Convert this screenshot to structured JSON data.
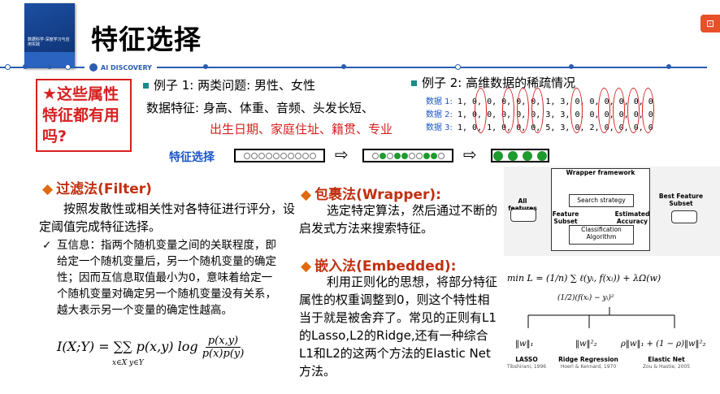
{
  "header": {
    "title": "特征选择",
    "brand": "AI DISCOVERY",
    "book_title": "数据科学·深度学习与应用实践"
  },
  "question": {
    "star": "★",
    "text": "这些属性特征都有用吗?"
  },
  "example1": {
    "title": "例子 1: 两类问题: 男性、女性",
    "features_label": "数据特征: 身高、体重、音频、头发长短、",
    "features_red": "出生日期、家庭住址、籍贯、专业"
  },
  "example2": {
    "title": "例子 2: 高维数据的稀疏情况",
    "rows": [
      {
        "label": "数据 1:",
        "values": "1, 0, 0, 0, 0, 0, 1, 3, 0, 0, 0, 0, 0, 0"
      },
      {
        "label": "数据 2:",
        "values": "1, 0, 0, 0, 0, 0, 3, 3, 0, 0, 0, 0, 0, 0"
      },
      {
        "label": "数据 3:",
        "values": "1, 0, 1, 0, 0, 0, 5, 3, 0, 2, 0, 0, 0, 0"
      }
    ]
  },
  "feature_select": {
    "label": "特征选择"
  },
  "filter": {
    "title": "过滤法(Filter)",
    "desc": "按照发散性或相关性对各特征进行评分，设定阈值完成特征选择。",
    "mi_check": "✓",
    "mi": "互信息：指两个随机变量之间的关联程度，即给定一个随机变量后，另一个随机变量的确定性；因而互信息取值最小为0，意味着给定一个随机变量对确定另一个随机变量没有关系，越大表示另一个变量的确定性越高。",
    "formula_lhs": "I(X;Y) = ∑∑ p(x,y) log",
    "formula_sub": "x∈X y∈Y",
    "formula_num": "p(x,y)",
    "formula_den": "p(x)p(y)"
  },
  "wrapper": {
    "title": "包裹法(Wrapper):",
    "desc": "选定特定算法，然后通过不断的启发式方法来搜索特征。",
    "diagram": {
      "framework": "Wrapper framework",
      "all_features": "All features",
      "search": "Search strategy",
      "feature_subset": "Feature Subset",
      "estimated": "Estimated Accuracy",
      "classification": "Classification Algorithm",
      "best": "Best Feature Subset"
    }
  },
  "embedded": {
    "title": "嵌入法(Embedded):",
    "desc": "利用正则化的思想，将部分特征属性的权重调整到0，则这个特性相当于就是被舍弃了。常见的正则有L1的Lasso,L2的Ridge,还有一种综合L1和L2的这两个方法的Elastic Net方法。",
    "formula": "min L = (1/n) ∑ ℓ(yᵢ, f(xᵢ)) + λΩ(w)",
    "formula_sub": "(1/2)(f(xᵢ) − yᵢ)²",
    "reg": [
      {
        "formula": "‖w‖₁",
        "name": "LASSO",
        "ref": "Tibshirani, 1996"
      },
      {
        "formula": "‖w‖²₂",
        "name": "Ridge Regression",
        "ref": "Hoerl & Kennard, 1970"
      },
      {
        "formula": "ρ‖w‖₁ + (1 − ρ)‖w‖²₂",
        "name": "Elastic Net",
        "ref": "Zou & Hastie, 2005"
      }
    ]
  },
  "colors": {
    "accent": "#2a5db0",
    "red": "#d62020",
    "heading": "#c03010",
    "green": "#1e9a2e"
  }
}
